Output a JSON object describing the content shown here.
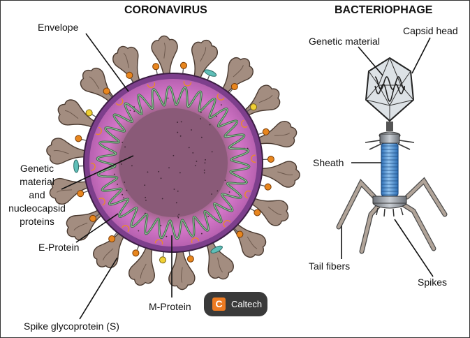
{
  "titles": {
    "left": "CORONAVIRUS",
    "right": "BACTERIOPHAGE"
  },
  "labels": {
    "envelope": "Envelope",
    "genetic_material_nucleocapsid": [
      "Genetic",
      "material",
      "and",
      "nucleocapsid",
      "proteins"
    ],
    "e_protein": "E-Protein",
    "spike_glycoprotein": "Spike glycoprotein (S)",
    "m_protein": "M-Protein",
    "phage_genetic_material": "Genetic material",
    "capsid_head": "Capsid head",
    "sheath": "Sheath",
    "tail_fibers": "Tail fibers",
    "spikes": "Spikes"
  },
  "badge": {
    "logo_letter": "C",
    "text": "Caltech"
  },
  "colors": {
    "spike": "#a38d80",
    "spike_outline": "#4a3a30",
    "envelope": "#8f4d9b",
    "interior": "#94627f",
    "inner_ring": "#cc6fc0",
    "rna_coil": "#4d7d58",
    "e_protein": "#f0d034",
    "m_protein_bulb": "#e8861e",
    "hemagglutinin": "#5fbfb8",
    "capsid": "#dfe3e6",
    "sheath": "#4f93d2",
    "collar": "#9aa0a8"
  }
}
